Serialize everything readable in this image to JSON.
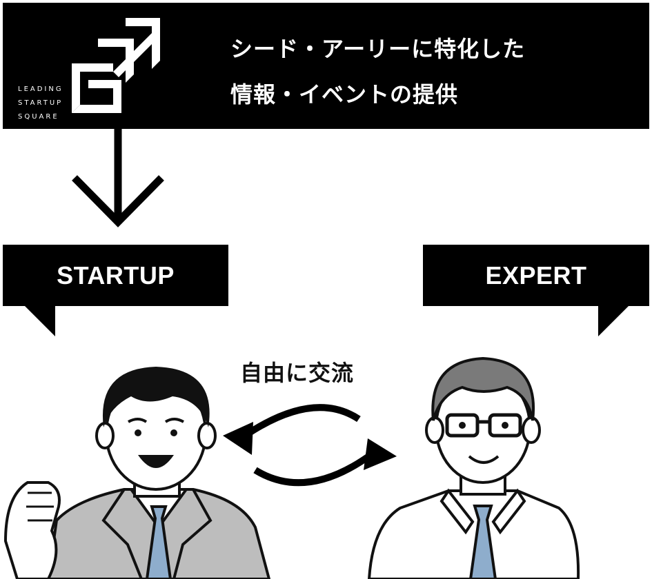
{
  "header": {
    "logo_lines": [
      "LEADING",
      "STARTUP",
      "SQUARE"
    ],
    "headline_line1": "シード・アーリーに特化した",
    "headline_line2": "情報・イベントの提供"
  },
  "callouts": {
    "left": "STARTUP",
    "right": "EXPERT"
  },
  "exchange_label": "自由に交流",
  "colors": {
    "primary": "#000000",
    "background": "#ffffff",
    "suit": "#bdbdbd",
    "tie": "#8eadcc",
    "skin": "#ffffff"
  },
  "icons": {
    "logo": "leading-startup-square-logo",
    "flow": "arrow-down-icon",
    "exchange": "cycle-arrows-icon"
  }
}
